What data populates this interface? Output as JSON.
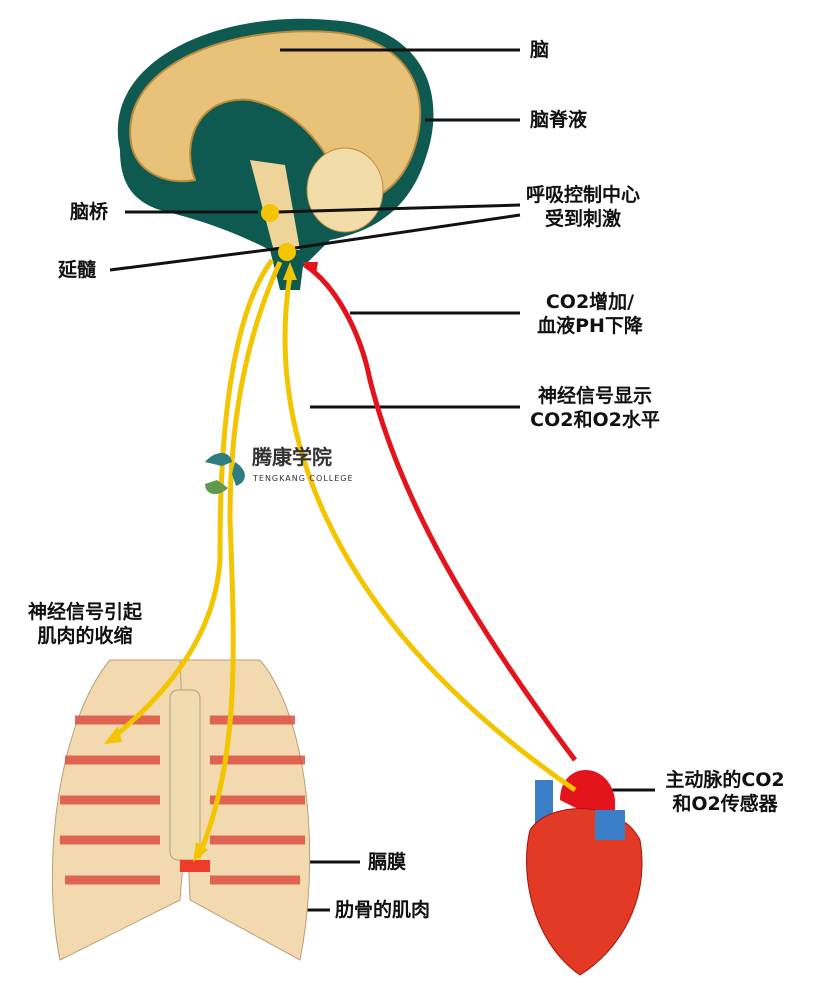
{
  "labels": {
    "brain": "脑",
    "csf": "脑脊液",
    "pons": "脑桥",
    "medulla": "延髓",
    "center_1": "呼吸控制中心",
    "center_2": "受到刺激",
    "co2_1": "CO2增加/",
    "co2_2": "血液PH下降",
    "nerve_1": "神经信号显示",
    "nerve_2": "CO2和O2水平",
    "muscle_1": "神经信号引起",
    "muscle_2": "肌肉的收缩",
    "aorta_1": "主动脉的CO2",
    "aorta_2": "和O2传感器",
    "diaphragm": "膈膜",
    "rib_muscle": "肋骨的肌肉"
  },
  "logo": {
    "cn": "腾康学院",
    "en": "TENGKANG COLLEGE"
  },
  "colors": {
    "nerve": "#f2c500",
    "blood": "#e3141b",
    "brain": "#e9c27a",
    "csf": "#0f5a50"
  }
}
